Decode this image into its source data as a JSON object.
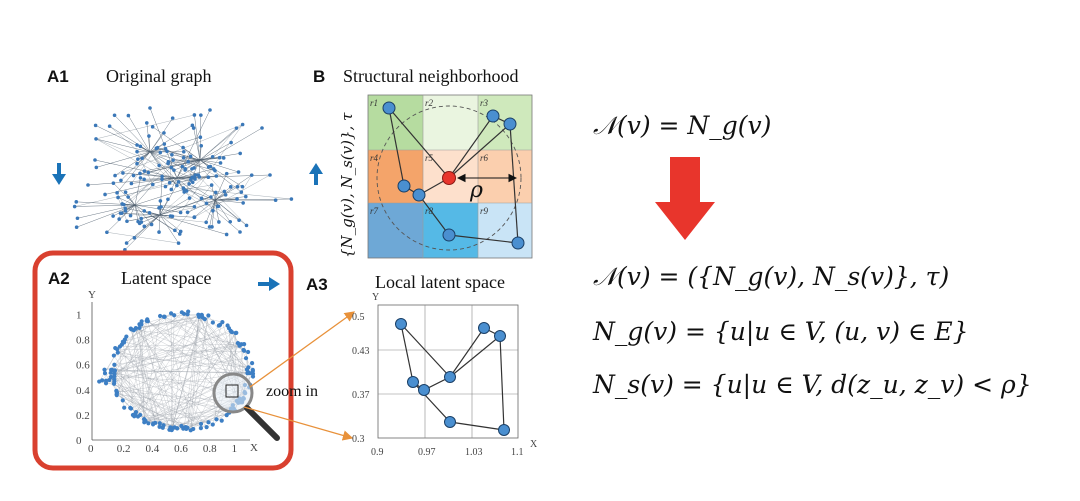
{
  "panels": {
    "a1": {
      "tag": "A1",
      "title": "Original graph"
    },
    "b": {
      "tag": "B",
      "title": "Structural neighborhood",
      "side_label": "{N_g(v), N_s(v)}, τ",
      "regions": [
        "r1",
        "r2",
        "r3",
        "r4",
        "r5",
        "r6",
        "r7",
        "r8",
        "r9"
      ],
      "rho": "ρ"
    },
    "a2": {
      "tag": "A2",
      "title": "Latent space",
      "xticks": [
        "0",
        "0.2",
        "0.4",
        "0.6",
        "0.8",
        "1"
      ],
      "yticks": [
        "0",
        "0.2",
        "0.4",
        "0.6",
        "0.8",
        "1"
      ],
      "xaxis": "X",
      "yaxis": "Y",
      "zoom": "zoom in"
    },
    "a3": {
      "tag": "A3",
      "title": "Local latent space",
      "xticks": [
        "0.9",
        "0.97",
        "1.03",
        "1.1"
      ],
      "yticks": [
        "0.3",
        "0.37",
        "0.43",
        "0.5"
      ],
      "xaxis": "X",
      "yaxis": "Y"
    }
  },
  "equations": {
    "eq1": "𝒩(v) = N_g(v)",
    "eq2": "𝒩(v) = ({N_g(v), N_s(v)}, τ)",
    "eq3": "N_g(v) = {u|u ∈ V, (u, v) ∈ E}",
    "eq4": "N_s(v) = {u|u ∈ V, d(z_u, z_v) < ρ}"
  },
  "colors": {
    "node": "#4a8fd0",
    "highlight": "#e8352c",
    "frame": "#d9402f",
    "arrow": "#1a73b8"
  }
}
